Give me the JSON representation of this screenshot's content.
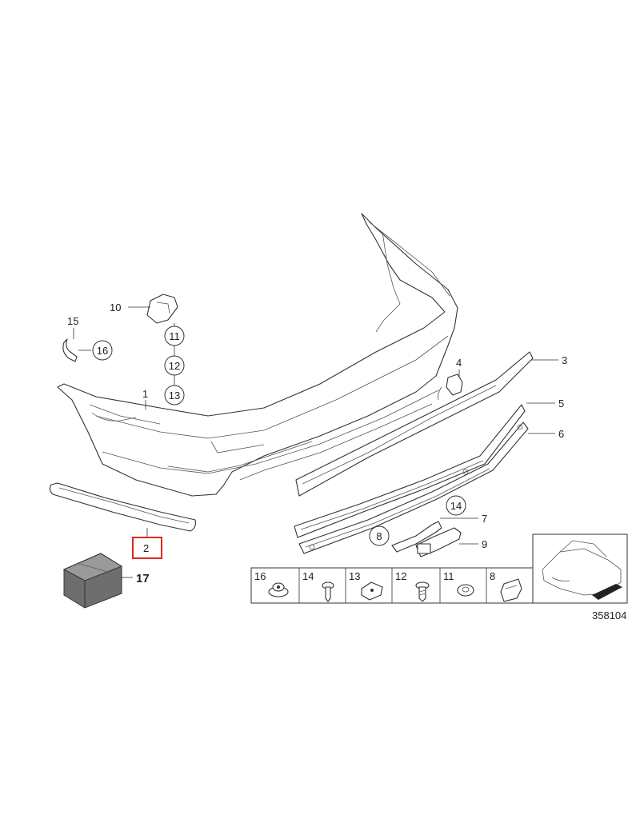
{
  "callouts": {
    "c1": "1",
    "c2": "2",
    "c3": "3",
    "c4": "4",
    "c5": "5",
    "c6": "6",
    "c7": "7",
    "c8": "8",
    "c9": "9",
    "c10": "10",
    "c11": "11",
    "c12": "12",
    "c13": "13",
    "c14": "14",
    "c15": "15",
    "c16": "16",
    "c17": "17"
  },
  "fastener_strip": [
    "16",
    "14",
    "13",
    "12",
    "11",
    "8"
  ],
  "diagram_id": "358104",
  "highlight_color": "#e0281e"
}
